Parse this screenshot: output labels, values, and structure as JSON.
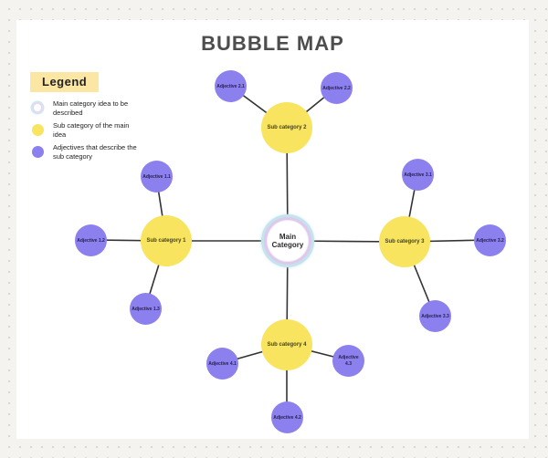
{
  "title": "BUBBLE MAP",
  "legend": {
    "header": "Legend",
    "items": [
      {
        "icon": "main-category-ring-icon",
        "label": "Main category idea to be described"
      },
      {
        "icon": "sub-category-circle-icon",
        "label": "Sub category of the main idea"
      },
      {
        "icon": "adjective-circle-icon",
        "label": "Adjectives that describe the sub category"
      }
    ]
  },
  "map": {
    "center": {
      "label": "Main Category"
    },
    "sub_categories": [
      {
        "label": "Sub category 1",
        "adjectives": [
          "Adjective 1.1",
          "Adjective 1.2",
          "Adjective 1.3"
        ]
      },
      {
        "label": "Sub category 2",
        "adjectives": [
          "Adjective 2.1",
          "Adjective 2.2"
        ]
      },
      {
        "label": "Sub category 3",
        "adjectives": [
          "Adjective 3.1",
          "Adjective 3.2",
          "Adjective 3.3"
        ]
      },
      {
        "label": "Sub category 4",
        "adjectives": [
          "Adjective 4.1",
          "Adjective 4.2",
          "Adjective 4.3"
        ]
      }
    ]
  },
  "colors": {
    "sub_category_fill": "#F8E45E",
    "adjective_fill": "#8C80EF",
    "legend_header_bg": "#FBE7A3",
    "connector_line": "#333333",
    "title_text": "#4D4D4D",
    "main_ring_inner": "#DDC9EC",
    "main_ring_outer": "#C4E3EE",
    "canvas_bg": "#FFFFFF",
    "page_bg": "#F4F3F0"
  }
}
